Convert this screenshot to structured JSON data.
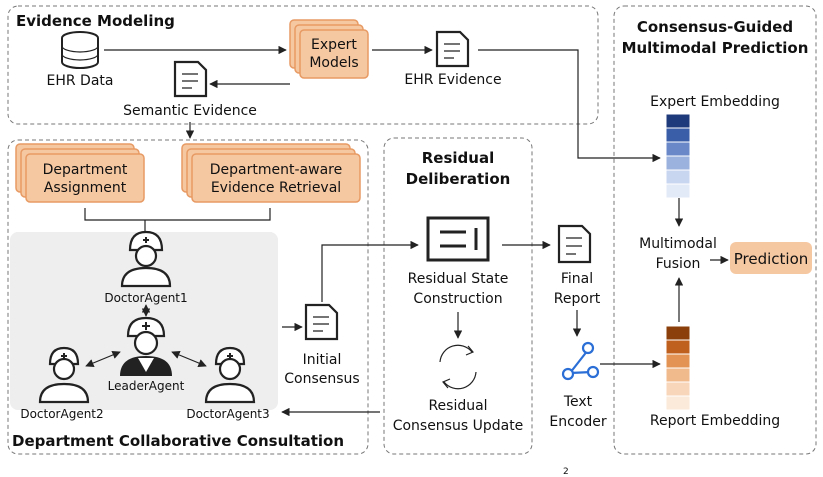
{
  "panels": {
    "evidence_modeling": "Evidence Modeling",
    "consensus_guided_line1": "Consensus-Guided",
    "consensus_guided_line2": "Multimodal Prediction",
    "residual_line1": "Residual",
    "residual_line2": "Deliberation",
    "department_collab": "Department Collaborative Consultation"
  },
  "nodes": {
    "ehr_data": "EHR Data",
    "expert_models_line1": "Expert",
    "expert_models_line2": "Models",
    "ehr_evidence": "EHR Evidence",
    "semantic_evidence": "Semantic Evidence",
    "dept_assignment_line1": "Department",
    "dept_assignment_line2": "Assignment",
    "dept_retrieval_line1": "Department-aware",
    "dept_retrieval_line2": "Evidence Retrieval",
    "doctor1": "DoctorAgent1",
    "leader": "LeaderAgent",
    "doctor2": "DoctorAgent2",
    "doctor3": "DoctorAgent3",
    "initial_consensus_line1": "Initial",
    "initial_consensus_line2": "Consensus",
    "residual_state_line1": "Residual State",
    "residual_state_line2": "Construction",
    "residual_update_line1": "Residual",
    "residual_update_line2": "Consensus Update",
    "final_report_line1": "Final",
    "final_report_line2": "Report",
    "text_encoder_line1": "Text",
    "text_encoder_line2": "Encoder",
    "expert_embedding": "Expert Embedding",
    "multimodal_fusion_line1": "Multimodal",
    "multimodal_fusion_line2": "Fusion",
    "prediction": "Prediction",
    "report_embedding": "Report Embedding"
  },
  "footnote": "2",
  "colors": {
    "card_fill": "#f6c8a2",
    "card_border": "#e79a63",
    "expert_embedding": [
      "#1f3a7a",
      "#3a5ea8",
      "#6a88c8",
      "#9bb2df",
      "#c9d6ef",
      "#e3eaf7"
    ],
    "report_embedding": [
      "#8b3f0a",
      "#c0601f",
      "#e39454",
      "#f1ba8c",
      "#f8d6ba",
      "#fbe9da"
    ],
    "icon_blue": "#2b6fd6",
    "consultation_bg": "#eeeeee"
  }
}
